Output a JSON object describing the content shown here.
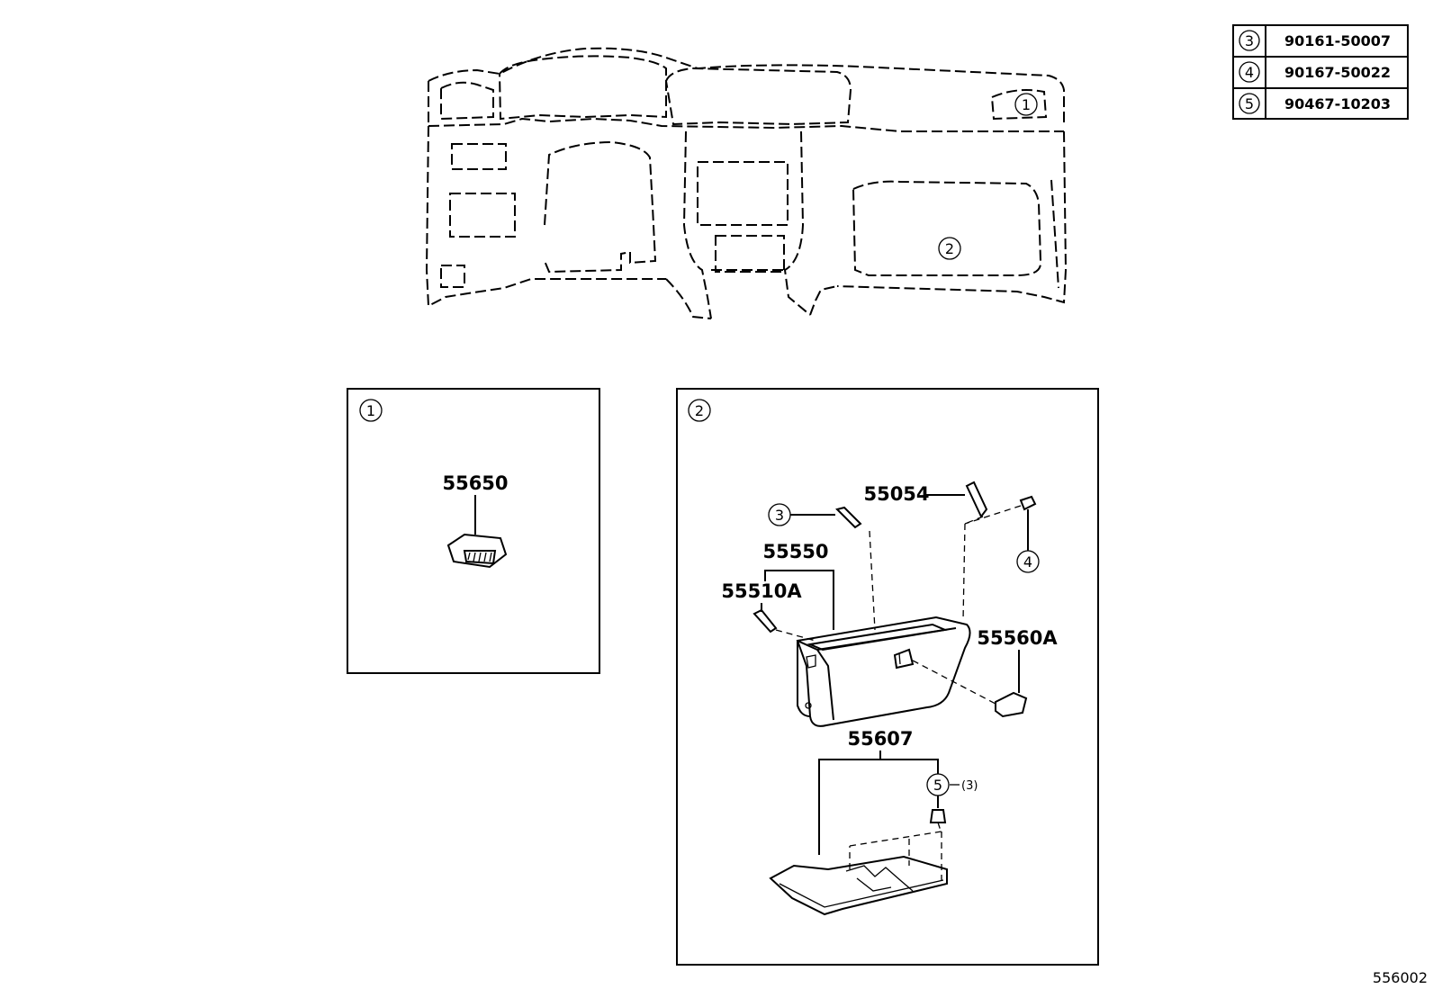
{
  "fastener_table": [
    {
      "ref": "3",
      "part_no": "90161-50007"
    },
    {
      "ref": "4",
      "part_no": "90167-50022"
    },
    {
      "ref": "5",
      "part_no": "90467-10203"
    }
  ],
  "overview": {
    "callout_1": "1",
    "callout_2": "2"
  },
  "detail_1": {
    "index": "1",
    "part_55650": "55650"
  },
  "detail_2": {
    "index": "2",
    "part_55054": "55054",
    "part_55550": "55550",
    "part_55510a": "55510A",
    "part_55560a": "55560A",
    "part_55607": "55607",
    "ref_3": "3",
    "ref_4": "4",
    "ref_5": "5",
    "qty_5": "(3)"
  },
  "diagram_code": "556002"
}
